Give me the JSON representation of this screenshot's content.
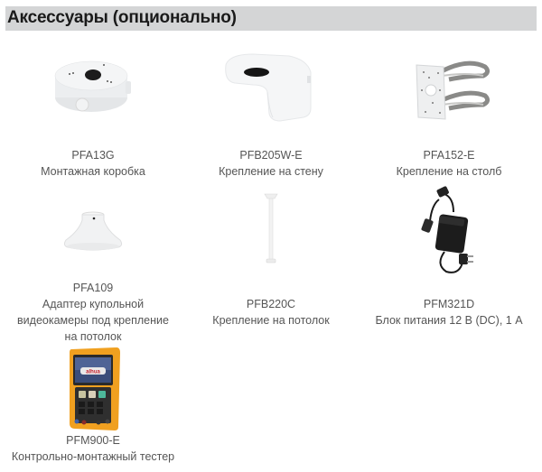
{
  "header": {
    "title": "Аксессуары (опционально)"
  },
  "items": [
    {
      "code": "PFA13G",
      "desc": [
        "Монтажная коробка"
      ],
      "icon": "junction-box-icon"
    },
    {
      "code": "PFB205W-E",
      "desc": [
        "Крепление на стену"
      ],
      "icon": "wall-mount-icon"
    },
    {
      "code": "PFA152-E",
      "desc": [
        "Крепление на столб"
      ],
      "icon": "pole-mount-icon"
    },
    {
      "code": "PFA109",
      "desc": [
        "Адаптер купольной",
        "видеокамеры под крепление",
        "на потолок"
      ],
      "icon": "dome-adapter-icon"
    },
    {
      "code": "PFB220C",
      "desc": [
        "Крепление на потолок"
      ],
      "icon": "ceiling-mount-icon"
    },
    {
      "code": "PFM321D",
      "desc": [
        "Блок питания 12 В (DC), 1 А"
      ],
      "icon": "power-adapter-icon"
    },
    {
      "code": "PFM900-E",
      "desc": [
        "Контрольно-монтажный тестер"
      ],
      "icon": "tester-device-icon",
      "screen_logo": "alhua"
    }
  ],
  "colors": {
    "header_bg": "#d4d5d6",
    "text": "#555555",
    "tester_orange": "#f0a020"
  }
}
